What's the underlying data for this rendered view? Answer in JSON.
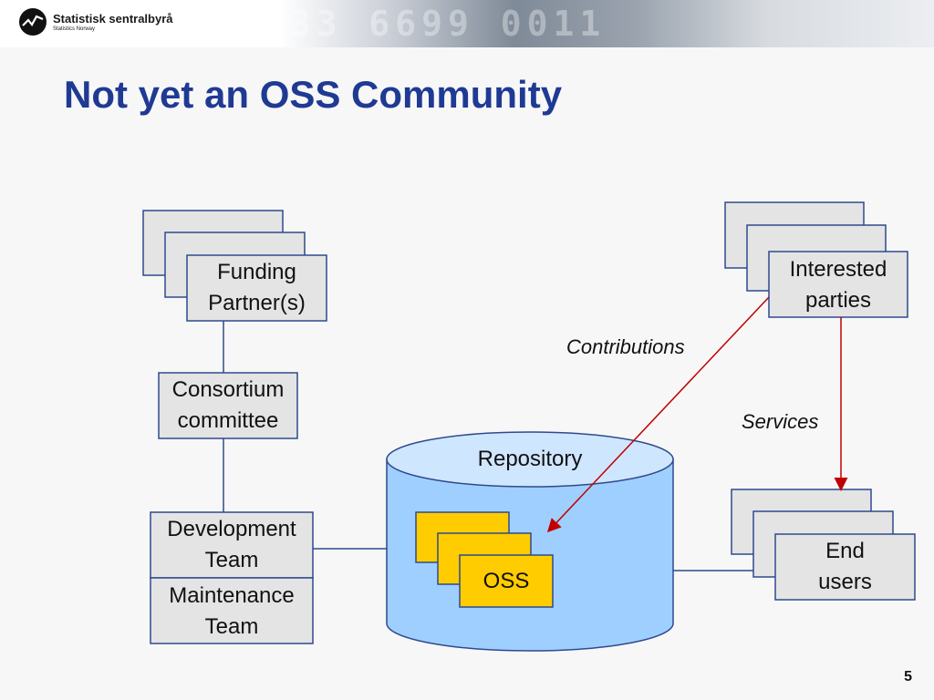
{
  "header": {
    "org_name": "Statistisk sentralbyrå",
    "org_sub": "Statistics Norway",
    "decor_text": "3533   6699   0011"
  },
  "slide": {
    "title": "Not yet an OSS Community",
    "page_number": "5"
  },
  "nodes": {
    "funding": {
      "line1": "Funding",
      "line2": "Partner(s)"
    },
    "consortium": {
      "line1": "Consortium",
      "line2": "committee"
    },
    "development": {
      "line1": "Development",
      "line2": "Team"
    },
    "maintenance": {
      "line1": "Maintenance",
      "line2": "Team"
    },
    "repository": {
      "label": "Repository"
    },
    "oss": {
      "label": "OSS"
    },
    "interested": {
      "line1": "Interested",
      "line2": "parties"
    },
    "end_users": {
      "line1": "End",
      "line2": "users"
    }
  },
  "edges": {
    "contributions": "Contributions",
    "services": "Services"
  },
  "colors": {
    "title": "#1f3a93",
    "box_fill": "#e4e4e4",
    "box_border": "#2e4a8e",
    "cylinder_fill": "#9fcfff",
    "cylinder_top": "#cfe6ff",
    "oss_fill": "#ffcc00",
    "arrow": "#c00000"
  }
}
